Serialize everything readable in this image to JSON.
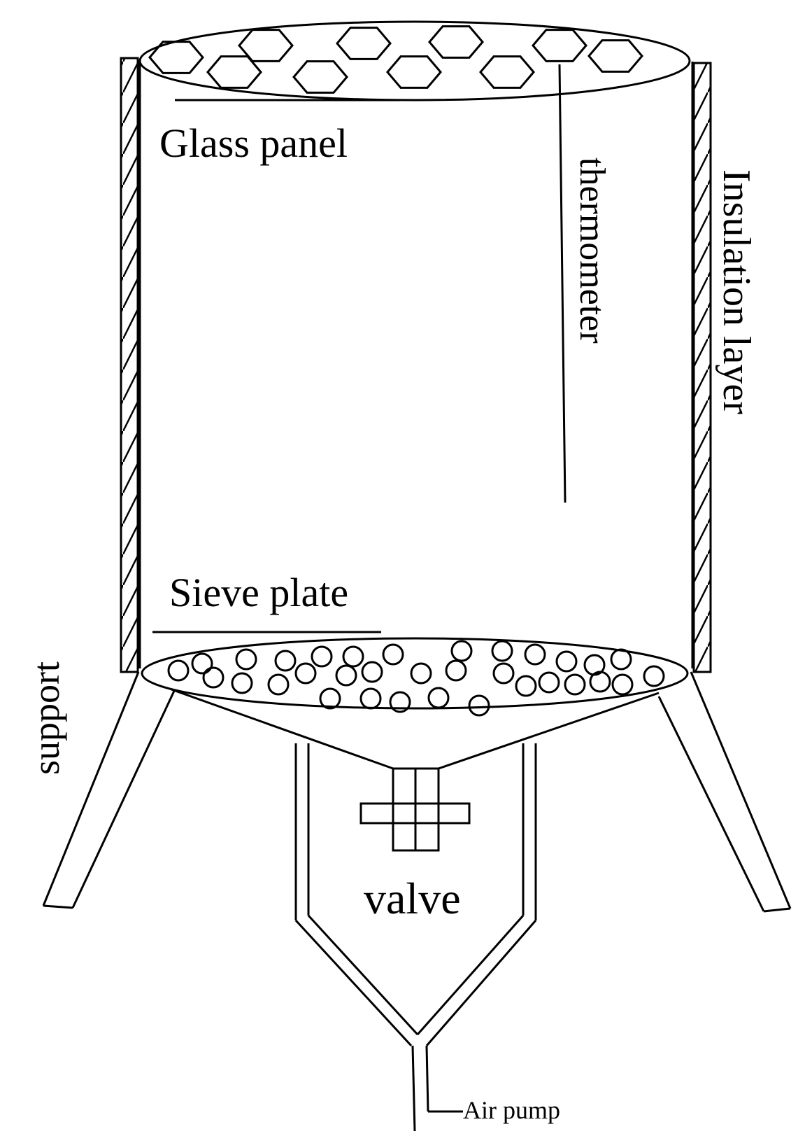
{
  "labels": {
    "glass_panel": "Glass panel",
    "thermometer": "thermometer",
    "insulation_layer": "Insulation layer",
    "sieve_plate": "Sieve plate",
    "support": "support",
    "valve": "valve",
    "air_pump": "Air pump"
  },
  "colors": {
    "stroke": "#000000",
    "background": "#ffffff"
  }
}
